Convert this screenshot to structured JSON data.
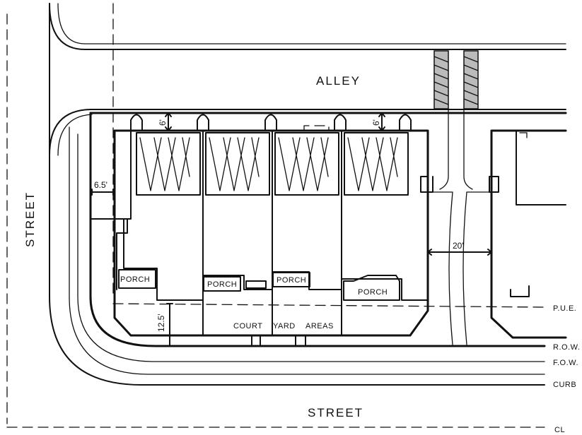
{
  "streets": {
    "alley": "ALLEY",
    "street_left": "STREET",
    "street_bottom": "STREET"
  },
  "labels": {
    "porch": "PORCH",
    "court": "COURT",
    "yard": "YARD",
    "areas": "AREAS"
  },
  "dimensions": {
    "side_setback": "6.5'",
    "front_setback": "12.5'",
    "garage_setback": "6'",
    "drive_width": "20'"
  },
  "legend": {
    "pue": "P.U.E.",
    "row": "R.O.W.",
    "fow": "F.O.W.",
    "curb": "CURB",
    "cl": "CL"
  }
}
